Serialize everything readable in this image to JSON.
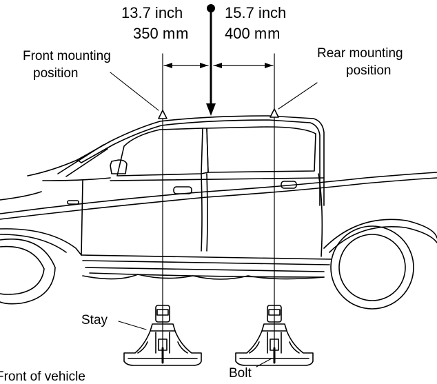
{
  "dimensions": {
    "front": {
      "inch": "13.7 inch",
      "mm_value": "350",
      "mm_unit": "mm"
    },
    "rear": {
      "inch": "15.7 inch",
      "mm_value": "400",
      "mm_unit": "mm"
    }
  },
  "labels": {
    "front_mounting_line1": "Front mounting",
    "front_mounting_line2": "position",
    "rear_mounting_line1": "Rear mounting",
    "rear_mounting_line2": "position",
    "stay": "Stay",
    "bolt": "Bolt",
    "front_of_vehicle": "Front of vehicle"
  }
}
